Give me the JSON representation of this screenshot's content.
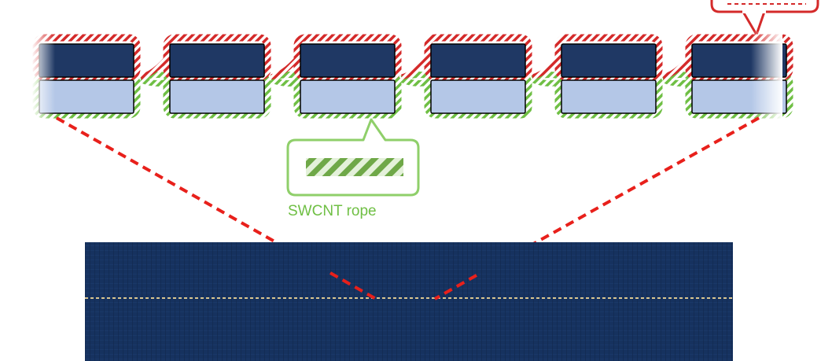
{
  "legend": {
    "swcnt_label": "SWCNT rope",
    "swcnt_color": "#6fbf44",
    "red_rope_color": "#d42a2a"
  },
  "colors": {
    "dark_block": "#1f3864",
    "light_block": "#b4c7e7",
    "zoom_line": "#e8201b",
    "fabric": "#15305c",
    "stitch": "#d9c590"
  },
  "diagram": {
    "units": 6,
    "dark_rows": 1,
    "light_rows": 1
  }
}
